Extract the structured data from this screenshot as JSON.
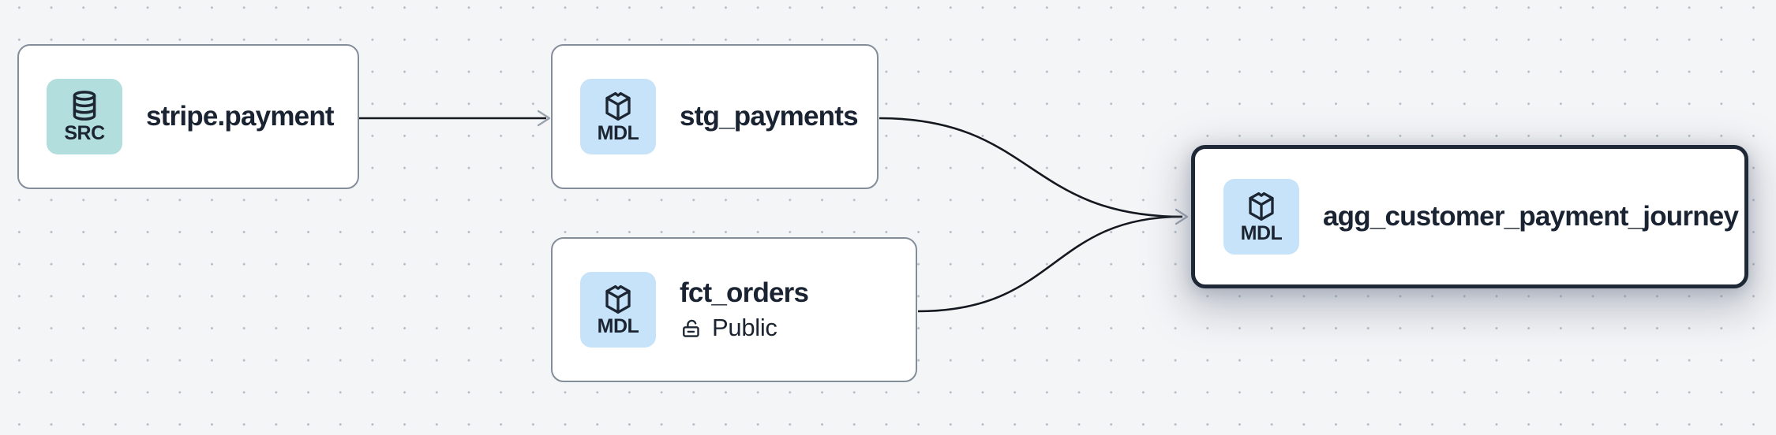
{
  "canvas": {
    "background_color": "#f4f5f7",
    "dot_color": "#b7bcc6",
    "edge_color": "#14181f",
    "arrowhead_color": "#9aa2ae",
    "node_border_color": "#848d9a",
    "selected_node_border_color": "#1e2836",
    "text_color": "#1a2331"
  },
  "nodes": [
    {
      "id": "stripe.payment",
      "title": "stripe.payment",
      "badge": {
        "label": "SRC",
        "icon": "database-icon",
        "color": "#b2dedd"
      },
      "selected": false
    },
    {
      "id": "stg_payments",
      "title": "stg_payments",
      "badge": {
        "label": "MDL",
        "icon": "cube-icon",
        "color": "#c6e3f9"
      },
      "selected": false
    },
    {
      "id": "fct_orders",
      "title": "fct_orders",
      "badge": {
        "label": "MDL",
        "icon": "cube-icon",
        "color": "#c6e3f9"
      },
      "visibility": {
        "icon": "unlock-icon",
        "label": "Public"
      },
      "selected": false
    },
    {
      "id": "agg_customer_payment_journey",
      "title": "agg_customer_payment_journey",
      "badge": {
        "label": "MDL",
        "icon": "cube-icon",
        "color": "#c6e3f9"
      },
      "selected": true
    }
  ],
  "edges": [
    {
      "from": "stripe.payment",
      "to": "stg_payments"
    },
    {
      "from": "stg_payments",
      "to": "agg_customer_payment_journey"
    },
    {
      "from": "fct_orders",
      "to": "agg_customer_payment_journey"
    }
  ]
}
